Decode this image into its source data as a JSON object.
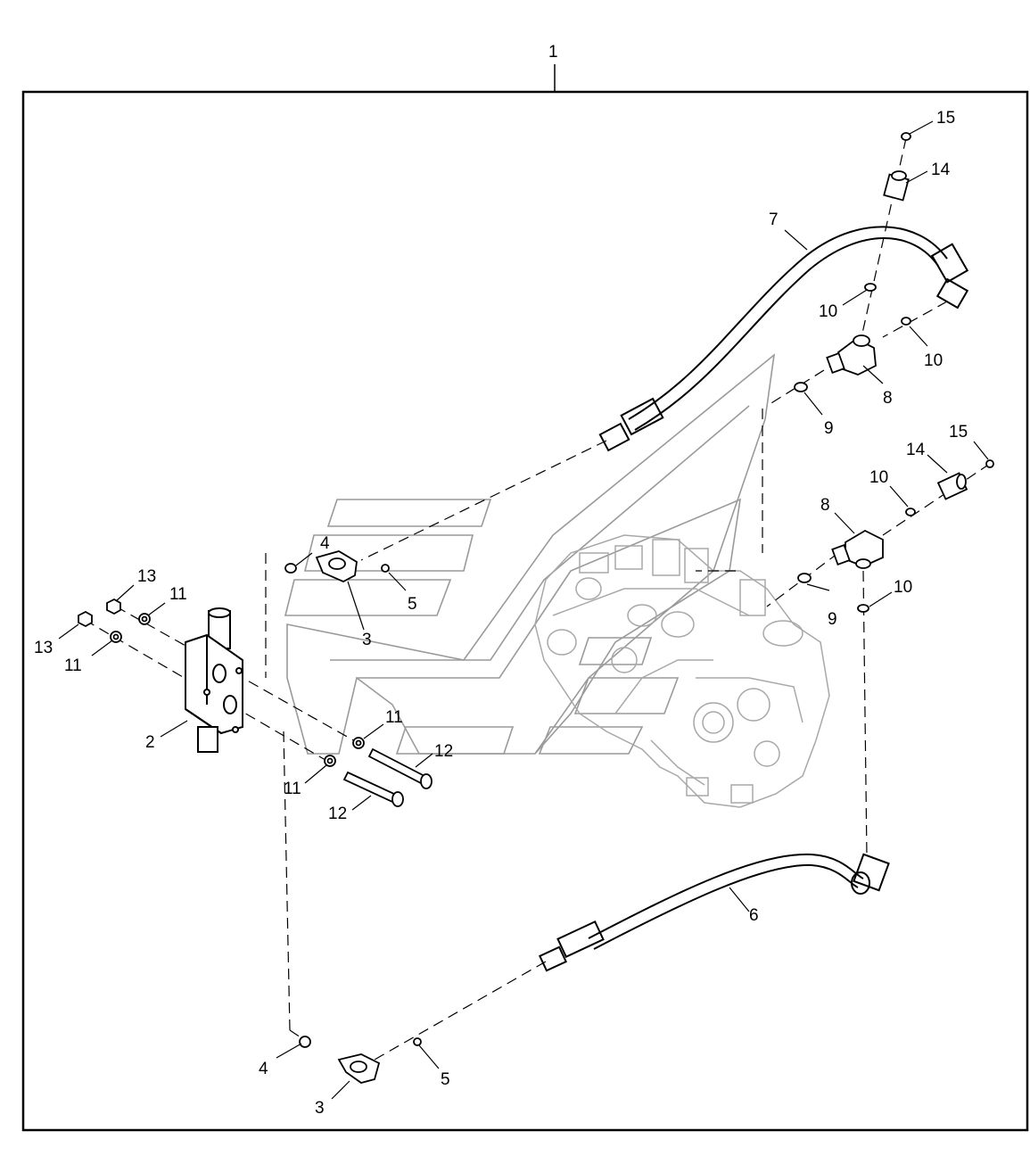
{
  "diagram": {
    "callouts": {
      "c1": "1",
      "c2": "2",
      "c3_upper": "3",
      "c3_lower": "3",
      "c4_upper": "4",
      "c4_lower": "4",
      "c5_upper": "5",
      "c5_lower": "5",
      "c6": "6",
      "c7": "7",
      "c8_upper": "8",
      "c8_lower": "8",
      "c9_upper": "9",
      "c9_lower": "9",
      "c10_a": "10",
      "c10_b": "10",
      "c10_c": "10",
      "c10_d": "10",
      "c11_a": "11",
      "c11_b": "11",
      "c11_c": "11",
      "c11_d": "11",
      "c12_a": "12",
      "c12_b": "12",
      "c13_a": "13",
      "c13_b": "13",
      "c14_upper": "14",
      "c14_lower": "14",
      "c15_upper": "15",
      "c15_lower": "15"
    },
    "colors": {
      "line": "#000000",
      "ghost": "#9a9a9a",
      "background": "#ffffff"
    }
  }
}
